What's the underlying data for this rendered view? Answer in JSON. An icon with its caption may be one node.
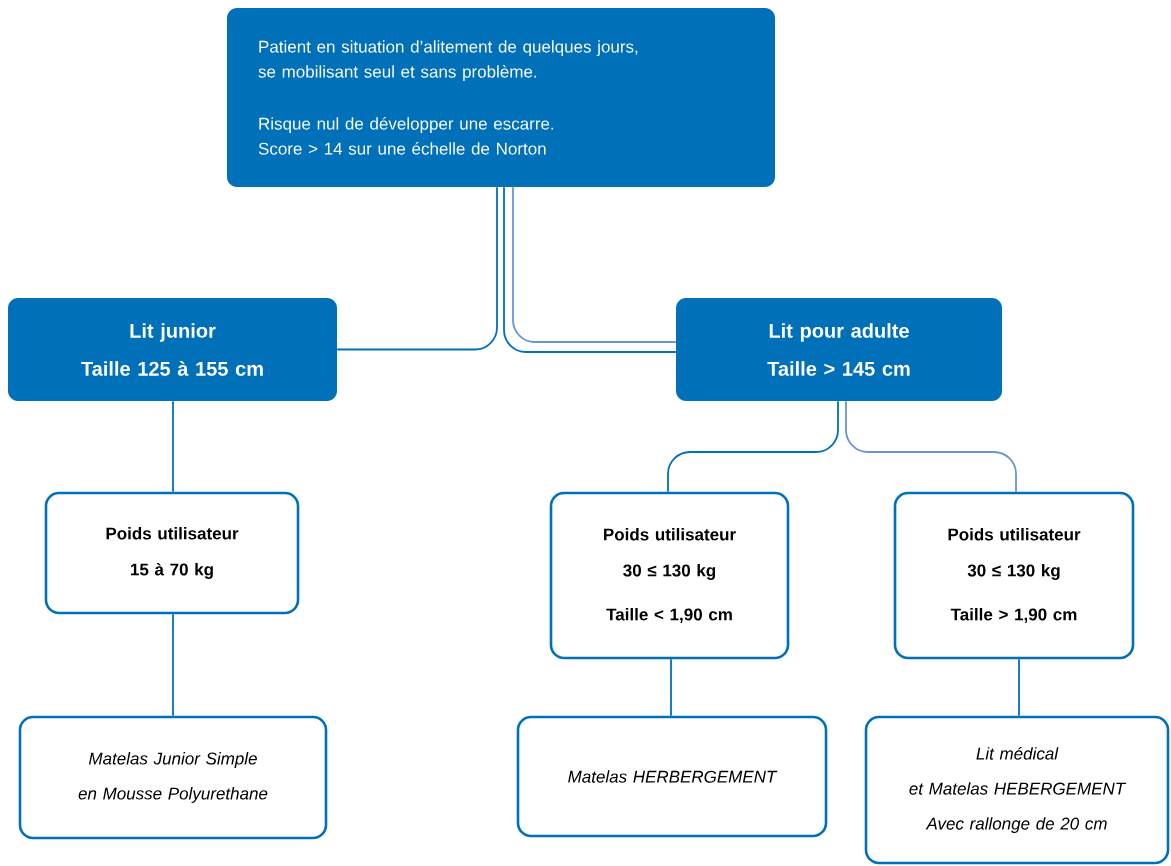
{
  "diagram": {
    "nodes": [
      {
        "text": [
          "Patient en situation d’alitement de quelques jours,",
          "se mobilisant seul et sans problème.",
          "Risque nul de développer une escarre.",
          "Score > 14 sur une échelle de Norton"
        ]
      },
      {
        "text": [
          "Lit junior",
          "Taille 125 à 155 cm"
        ]
      },
      {
        "text": [
          "Lit pour adulte",
          "Taille > 145 cm"
        ]
      },
      {
        "text": [
          "Poids utilisateur",
          "15 à 70 kg"
        ]
      },
      {
        "text": [
          "Poids utilisateur",
          "30 ≤ 130 kg",
          "Taille < 1,90 cm"
        ]
      },
      {
        "text": [
          "Poids utilisateur",
          "30 ≤ 130 kg",
          "Taille > 1,90 cm"
        ]
      },
      {
        "text": [
          "Matelas Junior Simple",
          "en Mousse Polyurethane"
        ]
      },
      {
        "text": [
          "Matelas HERBERGEMENT"
        ]
      },
      {
        "text": [
          "Lit médical",
          "et Matelas HEBERGEMENT",
          "Avec rallonge de 20 cm"
        ]
      }
    ],
    "edges": [
      {
        "from": 0,
        "to": 1,
        "arrow": "none"
      },
      {
        "from": 0,
        "to": 2,
        "arrow": "none"
      },
      {
        "from": 0,
        "to": 2,
        "arrow": "none",
        "color": "#6a95cf"
      },
      {
        "from": 1,
        "to": 3,
        "arrow": "none"
      },
      {
        "from": 2,
        "to": 4,
        "arrow": "none"
      },
      {
        "from": 2,
        "to": 5,
        "arrow": "none",
        "color": "#6a95cf"
      },
      {
        "from": 3,
        "to": 6,
        "arrow": "none"
      },
      {
        "from": 4,
        "to": 7,
        "arrow": "none"
      },
      {
        "from": 5,
        "to": 8,
        "arrow": "none"
      }
    ]
  }
}
